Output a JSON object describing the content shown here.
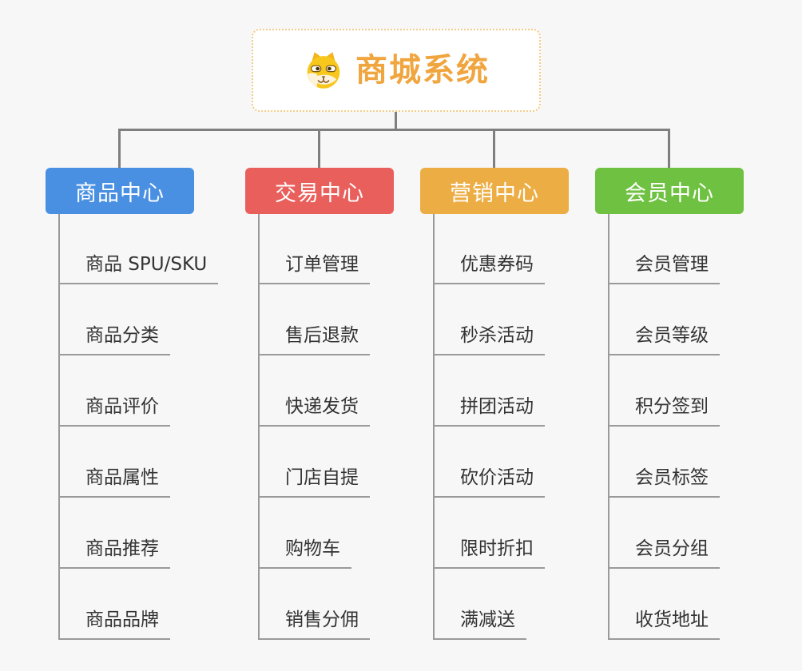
{
  "root": {
    "title": "商城系统",
    "icon": "doge-icon",
    "title_color": "#f0a53f",
    "border_color": "#f3cc85",
    "background": "#ffffff"
  },
  "connector_color": "#7f7f7f",
  "line_color": "#9a9a9a",
  "background_color": "#f7f7f7",
  "branches": [
    {
      "label": "商品中心",
      "color": "#4a90e2",
      "items": [
        "商品 SPU/SKU",
        "商品分类",
        "商品评价",
        "商品属性",
        "商品推荐",
        "商品品牌"
      ]
    },
    {
      "label": "交易中心",
      "color": "#e95f5c",
      "items": [
        "订单管理",
        "售后退款",
        "快递发货",
        "门店自提",
        "购物车",
        "销售分佣"
      ]
    },
    {
      "label": "营销中心",
      "color": "#ecae44",
      "items": [
        "优惠券码",
        "秒杀活动",
        "拼团活动",
        "砍价活动",
        "限时折扣",
        "满减送"
      ]
    },
    {
      "label": "会员中心",
      "color": "#6fc142",
      "items": [
        "会员管理",
        "会员等级",
        "积分签到",
        "会员标签",
        "会员分组",
        "收货地址"
      ]
    }
  ]
}
